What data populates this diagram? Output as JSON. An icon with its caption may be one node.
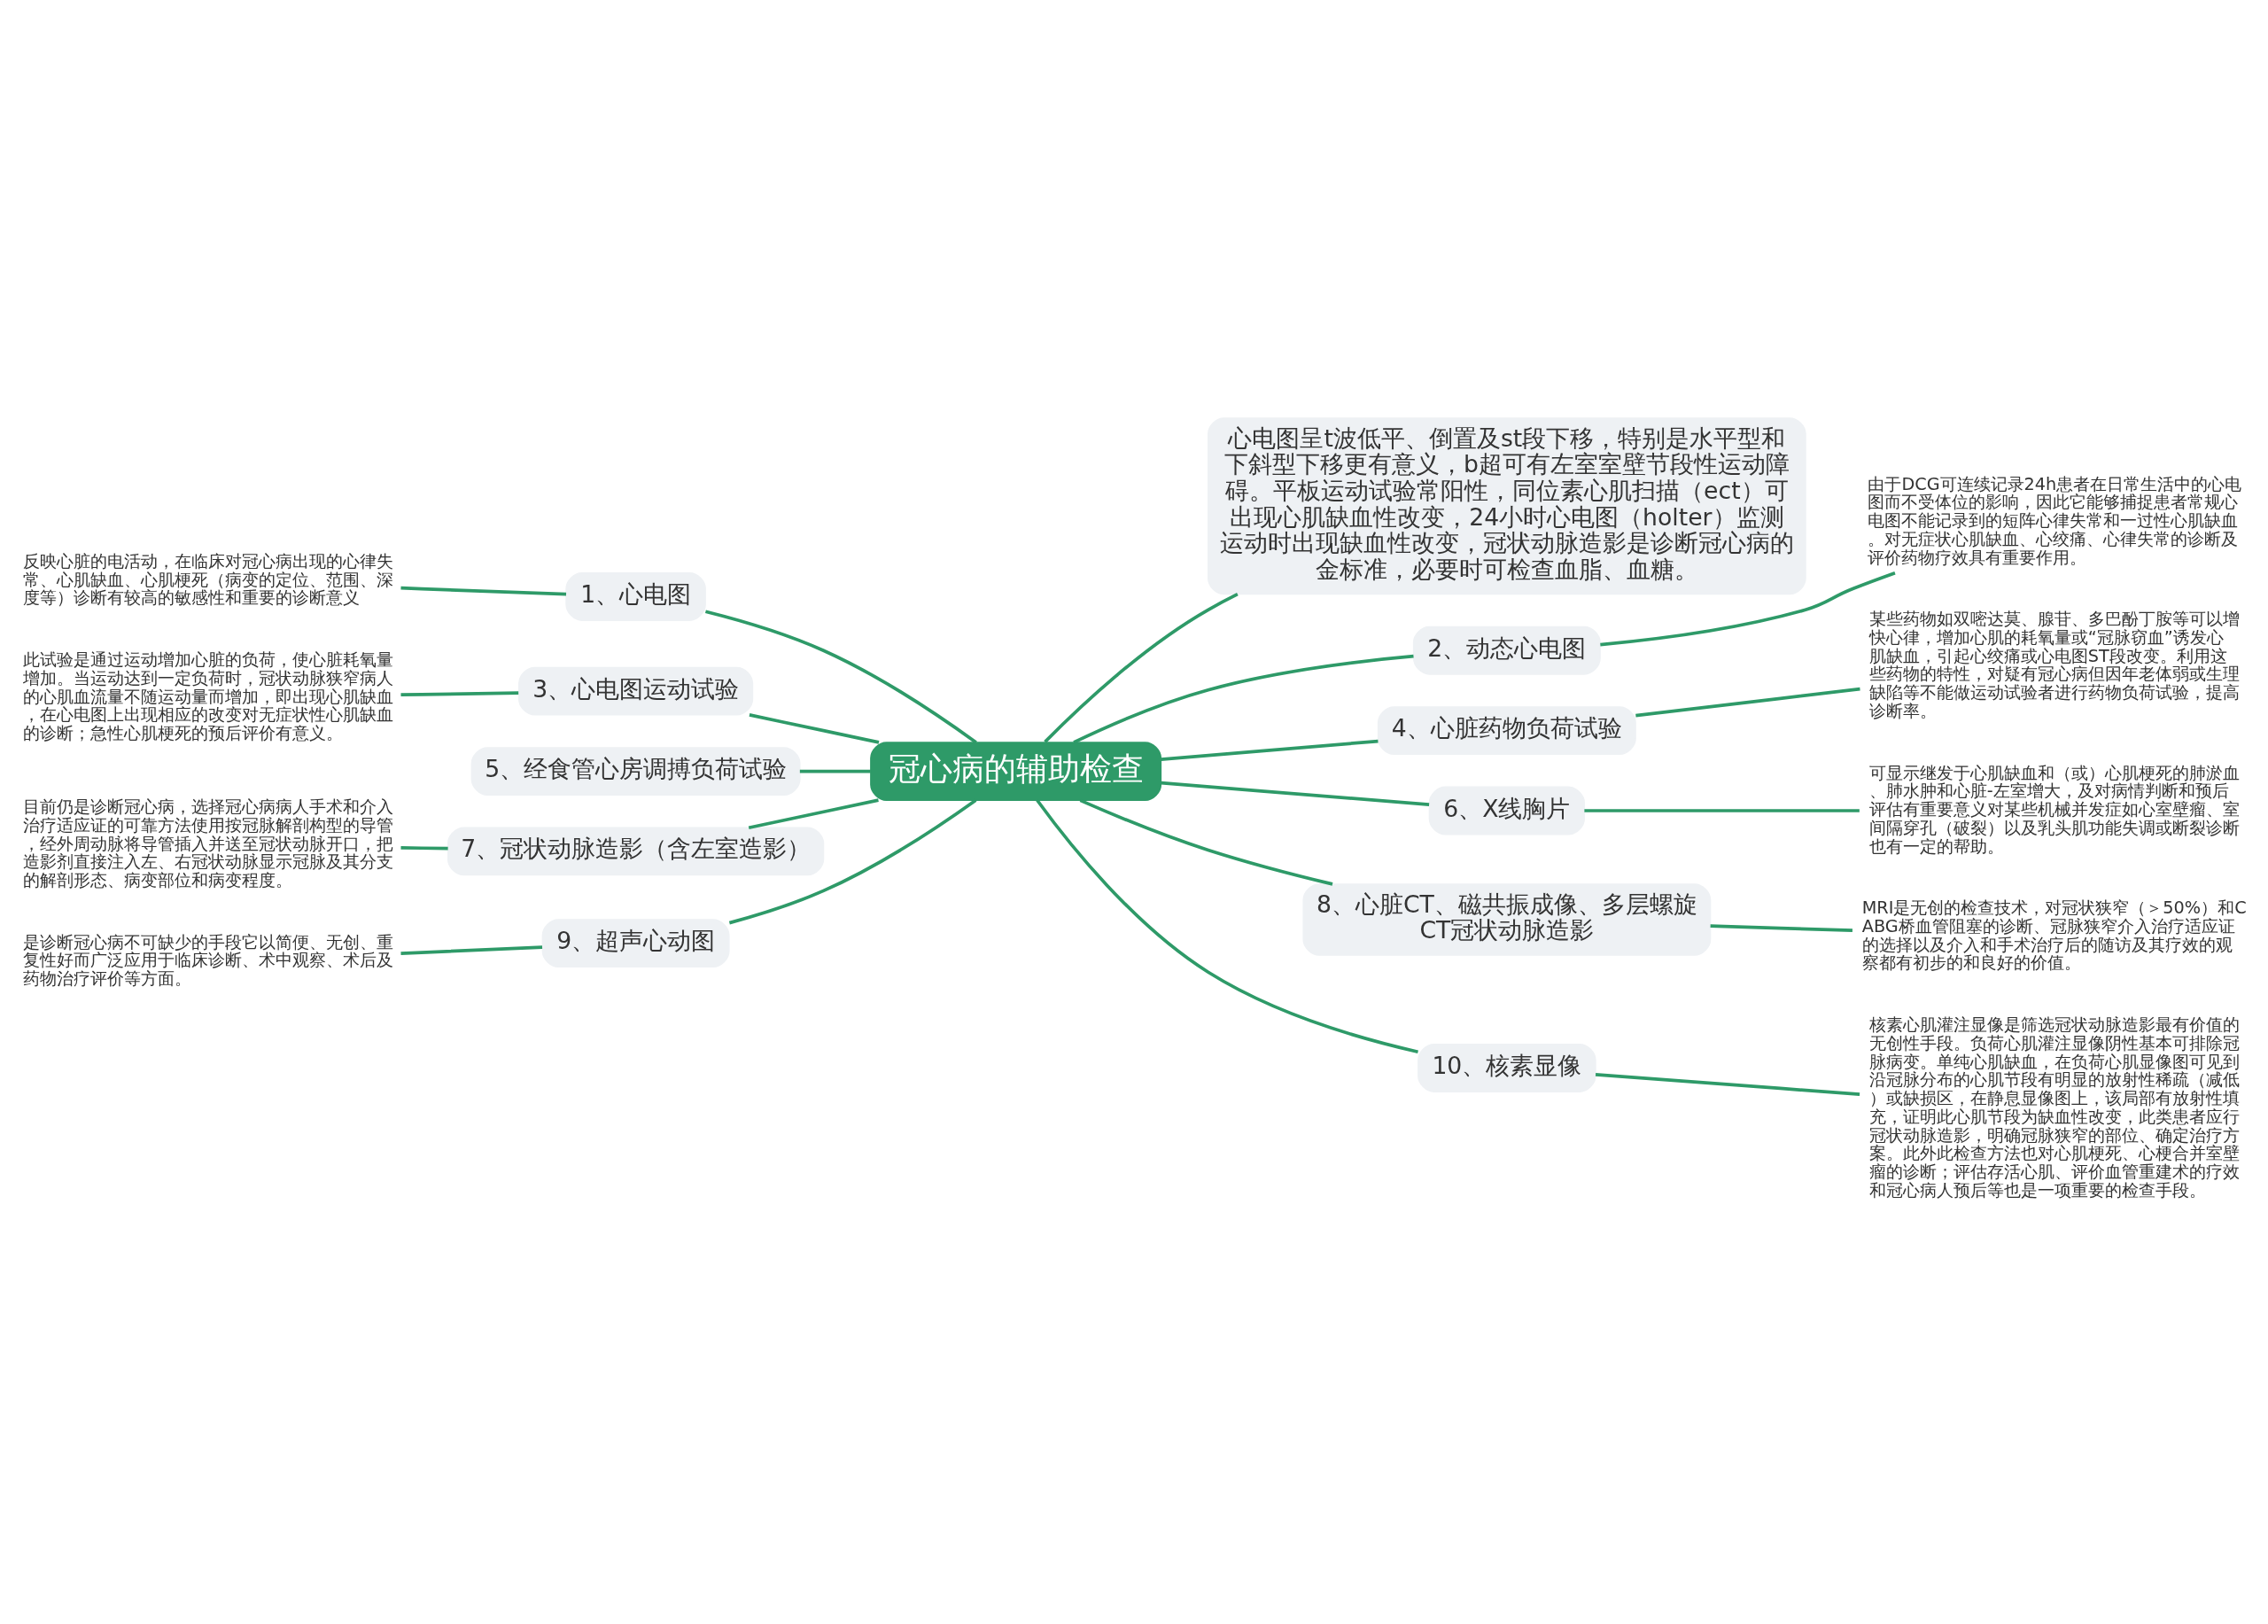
{
  "diagram": {
    "nodes": [
      {
        "text": [
          "冠心病的辅助检查"
        ]
      },
      {
        "text": [
          "1、心电图"
        ]
      },
      {
        "text": [
          "反映心脏的电活动，在临床对冠心病出现的心律失常、心肌缺血、心肌梗死（病变的定位、范围、深度等）诊断有较高的敏感性和重要的诊断意义"
        ]
      },
      {
        "text": [
          "3、心电图运动试验"
        ]
      },
      {
        "text": [
          "此试验是通过运动增加心脏的负荷，使心脏耗氧量增加。当运动达到一定负荷时，冠状动脉狭窄病人的心肌血流量不随运动量而增加，即出现心肌缺血，在心电图上出现相应的改变对无症状性心肌缺血的诊断；急性心肌梗死的预后评价有意义。"
        ]
      },
      {
        "text": [
          "5、经食管心房调搏负荷试验"
        ]
      },
      {
        "text": [
          "7、冠状动脉造影（含左室造影）"
        ]
      },
      {
        "text": [
          "目前仍是诊断冠心病，选择冠心病病人手术和介入治疗适应证的可靠方法使用按冠脉解剖构型的导管，经外周动脉将导管插入并送至冠状动脉开口，把造影剂直接注入左、右冠状动脉显示冠脉及其分支的解剖形态、病变部位和病变程度。"
        ]
      },
      {
        "text": [
          "9、超声心动图"
        ]
      },
      {
        "text": [
          "是诊断冠心病不可缺少的手段它以简便、无创、重复性好而广泛应用于临床诊断、术中观察、术后及药物治疗评价等方面。"
        ]
      },
      {
        "text": [
          "心电图呈t波低平、倒置及st段下移，特别是水平型和下斜型下移更有意义，b超可有左室室壁节段性运动障碍。平板运动试验常阳性，同位素心肌扫描（ect）可出现心肌缺血性改变，24小时心电图（holter）监测运动时出现缺血性改变，冠状动脉造影是诊断冠心病的金标准，必要时可检查血脂、血糖。"
        ]
      },
      {
        "text": [
          "2、动态心电图"
        ]
      },
      {
        "text": [
          "由于DCG可连续记录24h患者在日常生活中的心电图而不受体位的影响，因此它能够捕捉患者常规心电图不能记录到的短阵心律失常和一过性心肌缺血。对无症状心肌缺血、心绞痛、心律失常的诊断及评价药物疗效具有重要作用。"
        ]
      },
      {
        "text": [
          "4、心脏药物负荷试验"
        ]
      },
      {
        "text": [
          "某些药物如双嘧达莫、腺苷、多巴酚丁胺等可以增快心律，增加心肌的耗氧量或“冠脉窃血”诱发心肌缺血，引起心绞痛或心电图ST段改变。利用这些药物的特性，对疑有冠心病但因年老体弱或生理缺陷等不能做运动试验者进行药物负荷试验，提高诊断率。"
        ]
      },
      {
        "text": [
          "6、X线胸片"
        ]
      },
      {
        "text": [
          "可显示继发于心肌缺血和（或）心肌梗死的肺淤血、肺水肿和心脏-左室增大，及对病情判断和预后评估有重要意义对某些机械并发症如心室壁瘤、室间隔穿孔（破裂）以及乳头肌功能失调或断裂诊断也有一定的帮助。"
        ]
      },
      {
        "text": [
          "8、心脏CT、磁共振成像、多层螺旋CT冠状动脉造影"
        ]
      },
      {
        "text": [
          "MRI是无创的检查技术，对冠状狭窄（＞50%）和CABG桥血管阻塞的诊断、冠脉狭窄介入治疗适应证的选择以及介入和手术治疗后的随访及其疗效的观察都有初步的和良好的价值。"
        ]
      },
      {
        "text": [
          "10、核素显像"
        ]
      },
      {
        "text": [
          "核素心肌灌注显像是筛选冠状动脉造影最有价值的无创性手段。负荷心肌灌注显像阴性基本可排除冠脉病变。单纯心肌缺血，在负荷心肌显像图可见到沿冠脉分布的心肌节段有明显的放射性稀疏（减低）或缺损区，在静息显像图上，该局部有放射性填充，证明此心肌节段为缺血性改变，此类患者应行冠状动脉造影，明确冠脉狭窄的部位、确定治疗方案。此外此检查方法也对心肌梗死、心梗合并室壁瘤的诊断；评估存活心肌、评价血管重建术的疗效和冠心病人预后等也是一项重要的检查手段。"
        ]
      }
    ],
    "edges": [
      {
        "from": 0,
        "to": 1,
        "arrow": "none"
      },
      {
        "from": 1,
        "to": 2,
        "arrow": "none"
      },
      {
        "from": 0,
        "to": 3,
        "arrow": "none"
      },
      {
        "from": 3,
        "to": 4,
        "arrow": "none"
      },
      {
        "from": 0,
        "to": 5,
        "arrow": "none"
      },
      {
        "from": 0,
        "to": 6,
        "arrow": "none"
      },
      {
        "from": 6,
        "to": 7,
        "arrow": "none"
      },
      {
        "from": 0,
        "to": 8,
        "arrow": "none"
      },
      {
        "from": 8,
        "to": 9,
        "arrow": "none"
      },
      {
        "from": 0,
        "to": 10,
        "arrow": "none"
      },
      {
        "from": 0,
        "to": 11,
        "arrow": "none"
      },
      {
        "from": 11,
        "to": 12,
        "arrow": "none"
      },
      {
        "from": 0,
        "to": 13,
        "arrow": "none"
      },
      {
        "from": 13,
        "to": 14,
        "arrow": "none"
      },
      {
        "from": 0,
        "to": 15,
        "arrow": "none"
      },
      {
        "from": 15,
        "to": 16,
        "arrow": "none"
      },
      {
        "from": 0,
        "to": 17,
        "arrow": "none"
      },
      {
        "from": 17,
        "to": 18,
        "arrow": "none"
      },
      {
        "from": 0,
        "to": 19,
        "arrow": "none"
      },
      {
        "from": 19,
        "to": 20,
        "arrow": "none"
      }
    ]
  }
}
